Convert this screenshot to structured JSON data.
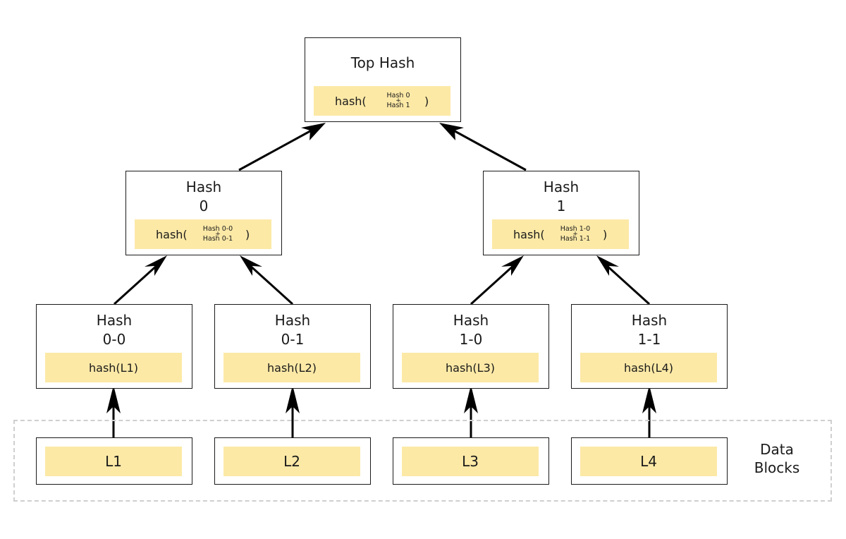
{
  "top": {
    "title": "Top Hash",
    "fn_prefix": "hash(",
    "fn_close": ")",
    "inputs": [
      "Hash 0",
      "+",
      "Hash 1"
    ]
  },
  "level1": [
    {
      "title_line1": "Hash",
      "title_line2": "0",
      "fn_prefix": "hash(",
      "fn_close": ")",
      "inputs": [
        "Hash 0-0",
        "+",
        "Hash 0-1"
      ]
    },
    {
      "title_line1": "Hash",
      "title_line2": "1",
      "fn_prefix": "hash(",
      "fn_close": ")",
      "inputs": [
        "Hash 1-0",
        "+",
        "Hash 1-1"
      ]
    }
  ],
  "level2": [
    {
      "title_line1": "Hash",
      "title_line2": "0-0",
      "fn": "hash(L1)"
    },
    {
      "title_line1": "Hash",
      "title_line2": "0-1",
      "fn": "hash(L2)"
    },
    {
      "title_line1": "Hash",
      "title_line2": "1-0",
      "fn": "hash(L3)"
    },
    {
      "title_line1": "Hash",
      "title_line2": "1-1",
      "fn": "hash(L4)"
    }
  ],
  "leaves": [
    "L1",
    "L2",
    "L3",
    "L4"
  ],
  "data_blocks_label": {
    "line1": "Data",
    "line2": "Blocks"
  },
  "colors": {
    "hash_fill": "#fce9a6",
    "border": "#1a1a1a",
    "arrow": "#000000",
    "dashed_frame": "#cfcfcf"
  }
}
